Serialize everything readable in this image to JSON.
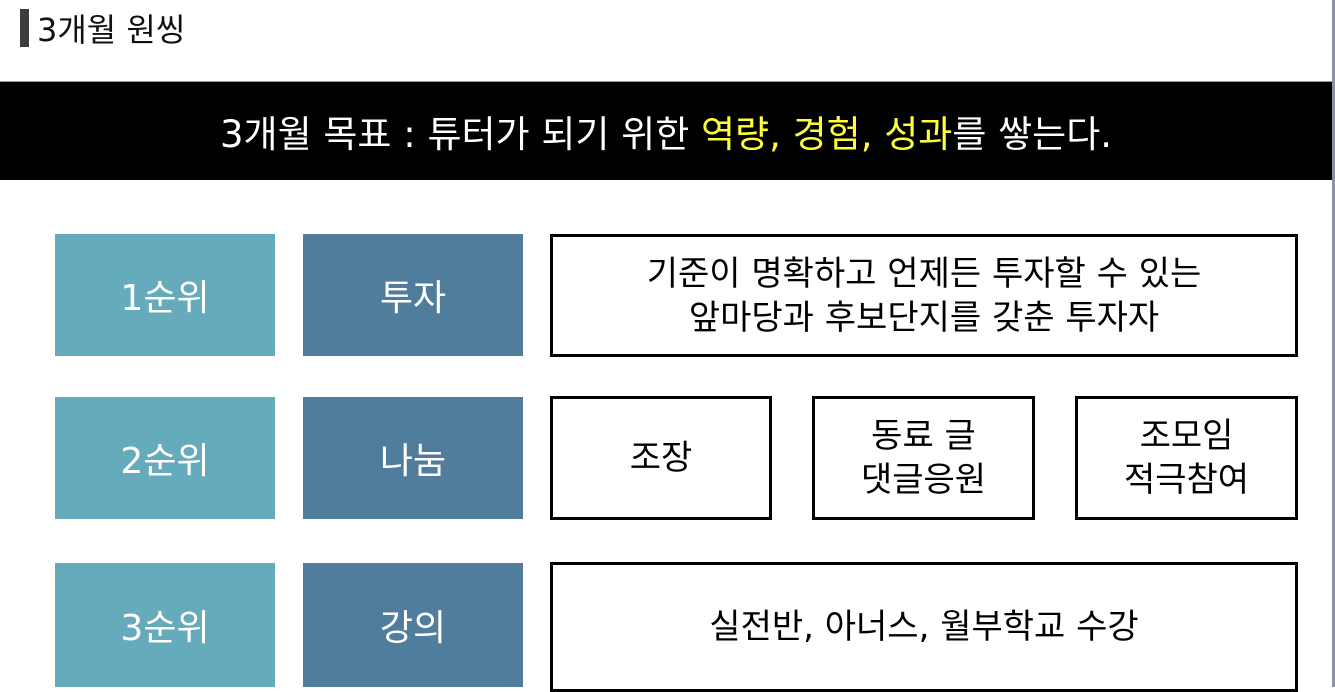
{
  "title": "3개월 원씽",
  "goal": {
    "prefix": "3개월 목표 : 튜터가 되기 위한 ",
    "highlight": "역량, 경험, 성과",
    "suffix": "를 쌓는다."
  },
  "colors": {
    "priority": "#65abbb",
    "category": "#507d9c",
    "highlight": "#ffff3a"
  },
  "rows": [
    {
      "priority": "1순위",
      "category": "투자",
      "items": [
        "기준이 명확하고 언제든 투자할 수 있는\n앞마당과 후보단지를 갖춘 투자자"
      ]
    },
    {
      "priority": "2순위",
      "category": "나눔",
      "items": [
        "조장",
        "동료 글\n댓글응원",
        "조모임\n적극참여"
      ]
    },
    {
      "priority": "3순위",
      "category": "강의",
      "items": [
        "실전반, 아너스, 월부학교 수강"
      ]
    }
  ]
}
